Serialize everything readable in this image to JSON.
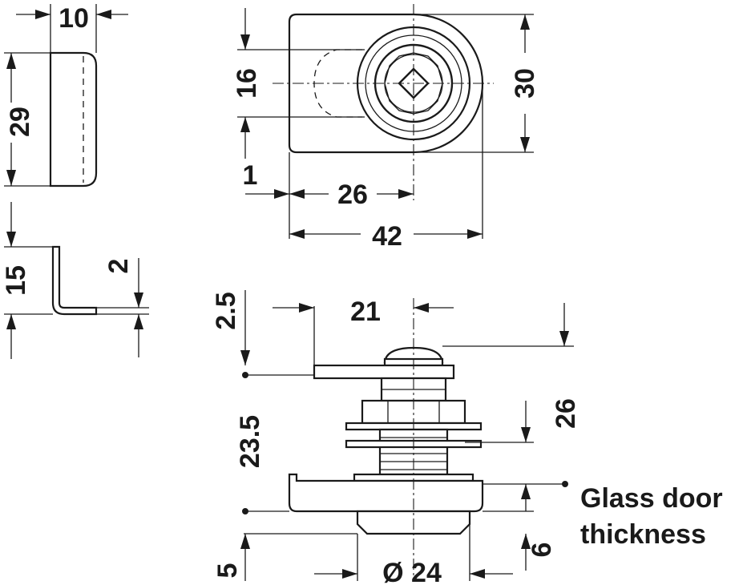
{
  "drawing": {
    "dimensions": {
      "bracket_width": "10",
      "bracket_height": "29",
      "angle_height": "15",
      "angle_thickness": "2",
      "body_hole_height": "16",
      "body_height": "30",
      "body_offset": "1",
      "body_center": "26",
      "body_width": "42",
      "cam_thickness": "2.5",
      "cam_length": "21",
      "lock_height": "26",
      "lock_body": "23.5",
      "cylinder_diameter": "Ø 24",
      "cylinder_depth": "6",
      "base_depth": "5"
    },
    "labels": {
      "glass_door_line1": "Glass door",
      "glass_door_line2": "thickness"
    }
  }
}
